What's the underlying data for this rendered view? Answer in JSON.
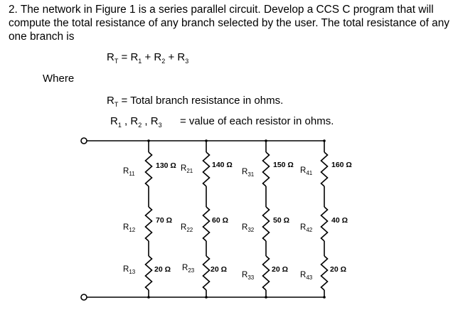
{
  "question": "2. The network in Figure 1 is a series parallel circuit. Develop a CCS C program that will compute the total resistance of any branch selected by the user. The total resistance of any one branch is",
  "formula": {
    "lhs": "R",
    "lhs_sub": "T",
    "eq": " = ",
    "t1": "R",
    "t1_sub": "1",
    "plus1": " + ",
    "t2": "R",
    "t2_sub": "2",
    "plus2": " + ",
    "t3": "R",
    "t3_sub": "3"
  },
  "where": "Where",
  "def_total": {
    "sym": "R",
    "sub": "T",
    "text": " = Total branch resistance in ohms."
  },
  "def_each": {
    "a": "R",
    "a_sub": "1",
    "sep1": " , ",
    "b": "R",
    "b_sub": "2",
    "sep2": " , ",
    "c": "R",
    "c_sub": "3",
    "text": "= value of each resistor in ohms."
  },
  "circuit": {
    "branches": [
      {
        "resistors": [
          {
            "name": "R",
            "sub": "11",
            "value": "130 Ω"
          },
          {
            "name": "R",
            "sub": "12",
            "value": "70 Ω"
          },
          {
            "name": "R",
            "sub": "13",
            "value": "20 Ω"
          }
        ]
      },
      {
        "resistors": [
          {
            "name": "R",
            "sub": "21",
            "value": "140 Ω"
          },
          {
            "name": "R",
            "sub": "22",
            "value": "60 Ω"
          },
          {
            "name": "R",
            "sub": "23",
            "value": "20 Ω"
          }
        ]
      },
      {
        "resistors": [
          {
            "name": "R",
            "sub": "31",
            "value": "150 Ω"
          },
          {
            "name": "R",
            "sub": "32",
            "value": "50 Ω"
          },
          {
            "name": "R",
            "sub": "33",
            "value": "20 Ω"
          }
        ]
      },
      {
        "resistors": [
          {
            "name": "R",
            "sub": "41",
            "value": "160 Ω"
          },
          {
            "name": "R",
            "sub": "42",
            "value": "40 Ω"
          },
          {
            "name": "R",
            "sub": "43",
            "value": "20 Ω"
          }
        ]
      }
    ]
  }
}
